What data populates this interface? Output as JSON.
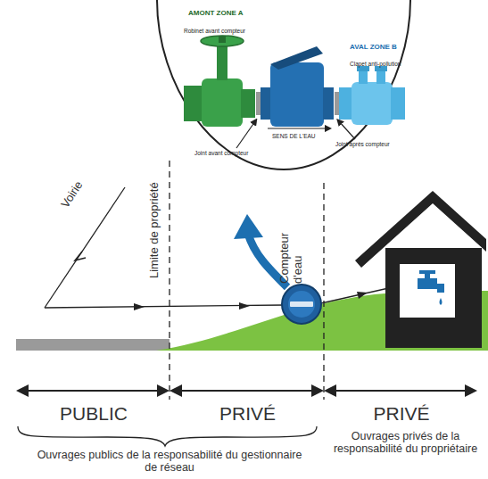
{
  "diagram": {
    "labels": [
      "AMONT ZONE A",
      "Robinet avant compteur",
      "SENS DE L'EAU",
      "AVAL ZONE B",
      "Clapet anti-pollution",
      "Joint avant compteur",
      "Joint après compteur",
      "Voirie",
      "Limite de propriété",
      "Compteur d'eau",
      "PUBLIC",
      "PRIVÉ",
      "PRIVÉ",
      "Ouvrages publics de la responsabilité du gestionnaire de réseau",
      "Ouvrages privés de la responsabilité du propriétaire"
    ]
  }
}
